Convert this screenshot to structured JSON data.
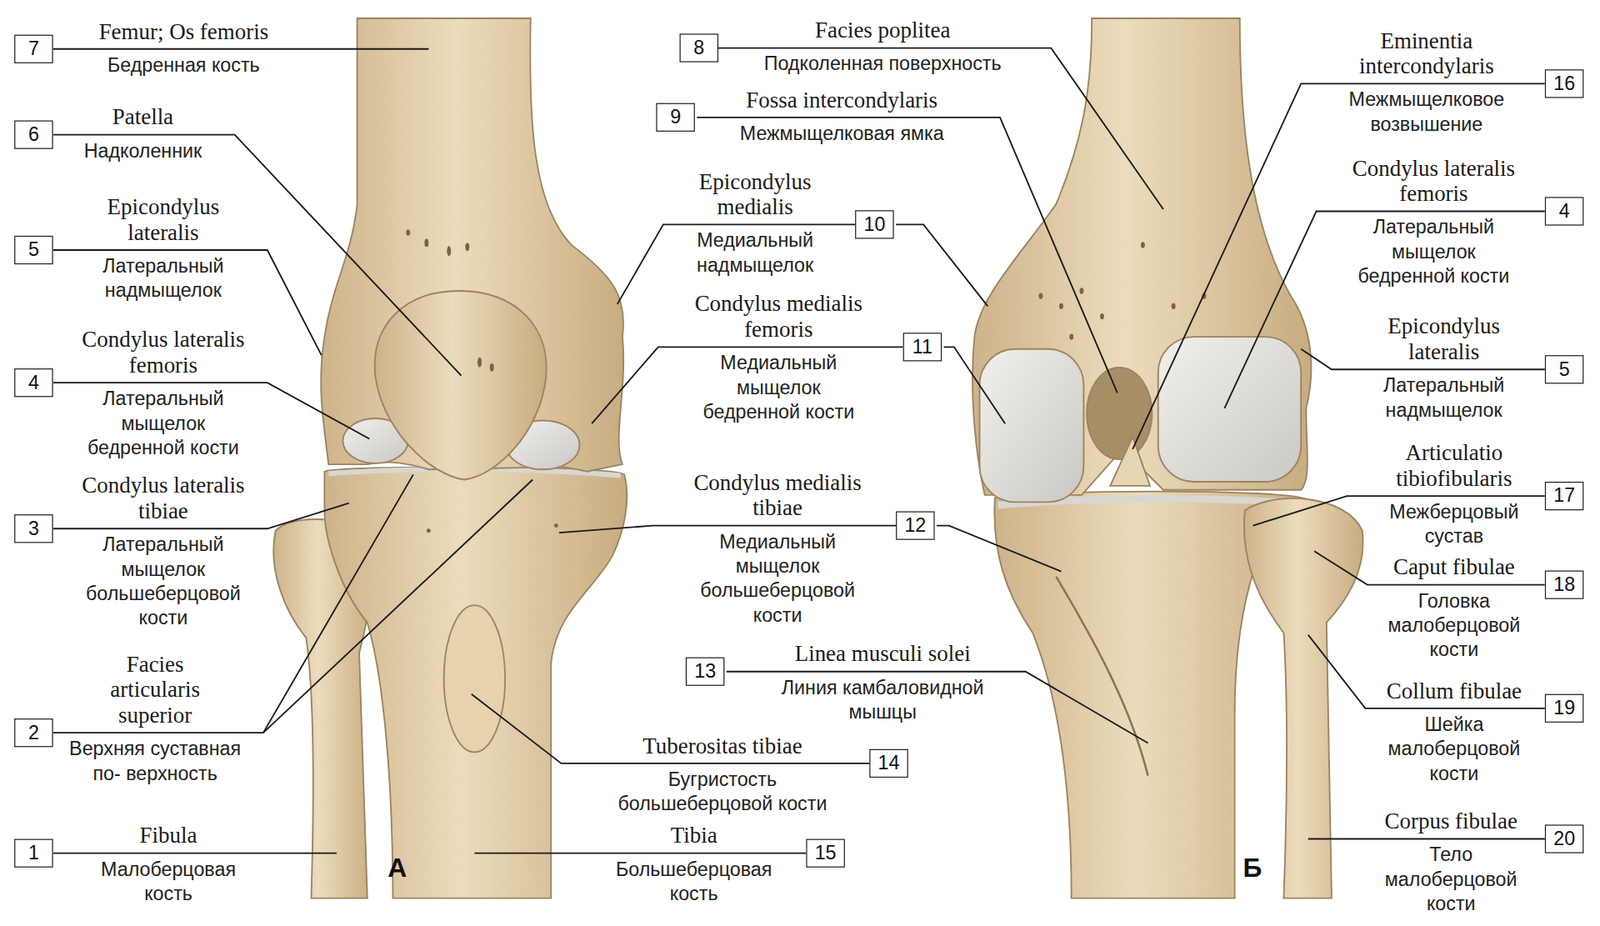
{
  "diagram": {
    "nodes": [
      {
        "text": [
          "7"
        ]
      },
      {
        "text": [
          "6"
        ]
      },
      {
        "text": [
          "5"
        ]
      },
      {
        "text": [
          "4"
        ]
      },
      {
        "text": [
          "3"
        ]
      },
      {
        "text": [
          "2"
        ]
      },
      {
        "text": [
          "1"
        ]
      },
      {
        "text": [
          "8"
        ]
      },
      {
        "text": [
          "9"
        ]
      },
      {
        "text": [
          "10"
        ]
      },
      {
        "text": [
          "11"
        ]
      },
      {
        "text": [
          "12"
        ]
      },
      {
        "text": [
          "13"
        ]
      },
      {
        "text": [
          "14"
        ]
      },
      {
        "text": [
          "15"
        ]
      },
      {
        "text": [
          "16"
        ]
      },
      {
        "text": [
          "4"
        ]
      },
      {
        "text": [
          "5"
        ]
      },
      {
        "text": [
          "17"
        ]
      },
      {
        "text": [
          "18"
        ]
      },
      {
        "text": [
          "19"
        ]
      },
      {
        "text": [
          "20"
        ]
      }
    ],
    "labels": [
      "Femur; Os femoris",
      "Бедренная кость",
      "Patella",
      "Надколенник",
      "Epicondylus lateralis",
      "Латеральный надмыщелок",
      "Condylus lateralis femoris",
      "Латеральный мыщелок бедренной кости",
      "Condylus lateralis tibiae",
      "Латеральный мыщелок большеберцовой кости",
      "Facies articularis superior",
      "Верхняя суставная по- верхность",
      "Fibula",
      "Малоберцовая кость",
      "Facies poplitea",
      "Подколенная поверхность",
      "Fossa intercondylaris",
      "Межмыщелковая ямка",
      "Epicondylus medialis",
      "Медиальный надмыщелок",
      "Condylus medialis femoris",
      "Медиальный мыщелок бедренной кости",
      "Condylus medialis tibiae",
      "Медиальный мыщелок большеберцовой кости",
      "Linea musculi solei",
      "Линия камбаловидной мышцы",
      "Tuberositas tibiae",
      "Бугристость большеберцовой кости",
      "Tibia",
      "Большеберцовая кость",
      "Eminentia intercondylaris",
      "Межмыщелковое возвышение",
      "Condylus lateralis femoris",
      "Латеральный мыщелок бедренной кости",
      "Epicondylus lateralis",
      "Латеральный надмыщелок",
      "Articulatio tibiofibularis",
      "Межберцовый сустав",
      "Caput fibulae",
      "Головка малоберцовой кости",
      "Collum fibulae",
      "Шейка малоберцовой кости",
      "Corpus fibulae",
      "Тело малоберцовой кости",
      "А",
      "Б"
    ]
  }
}
